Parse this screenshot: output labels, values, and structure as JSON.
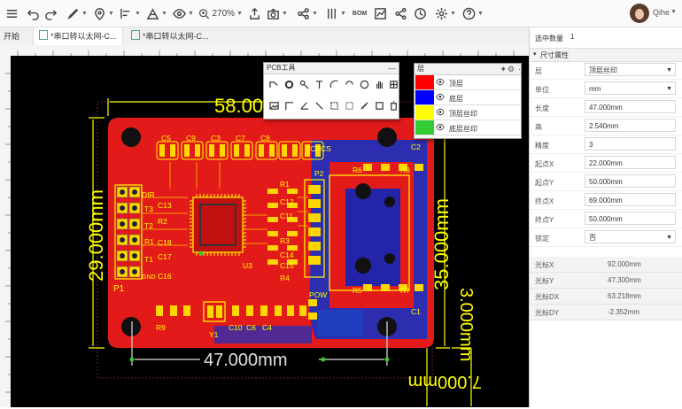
{
  "toolbar": {
    "zoom_value": "270%",
    "bom_label": "BOM",
    "user_name": "Qihe"
  },
  "tabs": [
    {
      "label": "开始"
    },
    {
      "label": "*串口转以太网-C..."
    },
    {
      "label": "*串口转以太网-C..."
    }
  ],
  "pcb_tool": {
    "title": "PCB工具"
  },
  "layer_panel": {
    "title": "层",
    "layers": [
      {
        "name": "顶层",
        "color": "#ff0000"
      },
      {
        "name": "底层",
        "color": "#0000ff"
      },
      {
        "name": "顶层丝印",
        "color": "#ffff00"
      },
      {
        "name": "底层丝印",
        "color": "#33cc33"
      }
    ]
  },
  "right_panel": {
    "selected_label": "选中数量",
    "selected_count": "1",
    "section_title": "尺寸属性",
    "fields": [
      {
        "label": "层",
        "value": "顶层丝印",
        "dropdown": true
      },
      {
        "label": "单位",
        "value": "mm",
        "dropdown": true
      },
      {
        "label": "长度",
        "value": "47.000mm"
      },
      {
        "label": "高",
        "value": "2.540mm"
      },
      {
        "label": "精度",
        "value": "3"
      },
      {
        "label": "起点X",
        "value": "22.000mm"
      },
      {
        "label": "起点Y",
        "value": "50.000mm"
      },
      {
        "label": "终点X",
        "value": "69.000mm"
      },
      {
        "label": "终点Y",
        "value": "50.000mm"
      },
      {
        "label": "锁定",
        "value": "否",
        "dropdown": true
      }
    ],
    "readouts": [
      {
        "label": "光标X",
        "value": "92.000mm"
      },
      {
        "label": "光标Y",
        "value": "47.300mm"
      },
      {
        "label": "光标DX",
        "value": "63.218mm"
      },
      {
        "label": "光标DY",
        "value": "-2.352mm"
      }
    ]
  },
  "pcb": {
    "dim_top": "58.000",
    "dim_left": "29.000mm",
    "dim_bottom": "47.000mm",
    "dim_right": "35.000mm",
    "dim_small_1": "3.000mm",
    "dim_small_2": "7.000mm",
    "refs": [
      "DIR",
      "T3",
      "T2",
      "R1",
      "T1",
      "GND",
      "P1",
      "C13",
      "R2",
      "C18",
      "C17",
      "C16",
      "U3",
      "R1",
      "C12",
      "C11",
      "R3",
      "C14",
      "C15",
      "R4",
      "P2",
      "R6",
      "R8",
      "R5",
      "R7",
      "C2",
      "C1",
      "POW",
      "R9",
      "Y1",
      "C10",
      "C6",
      "C4",
      "C5",
      "C9",
      "C3",
      "C7",
      "C8",
      "TCPCS"
    ]
  }
}
